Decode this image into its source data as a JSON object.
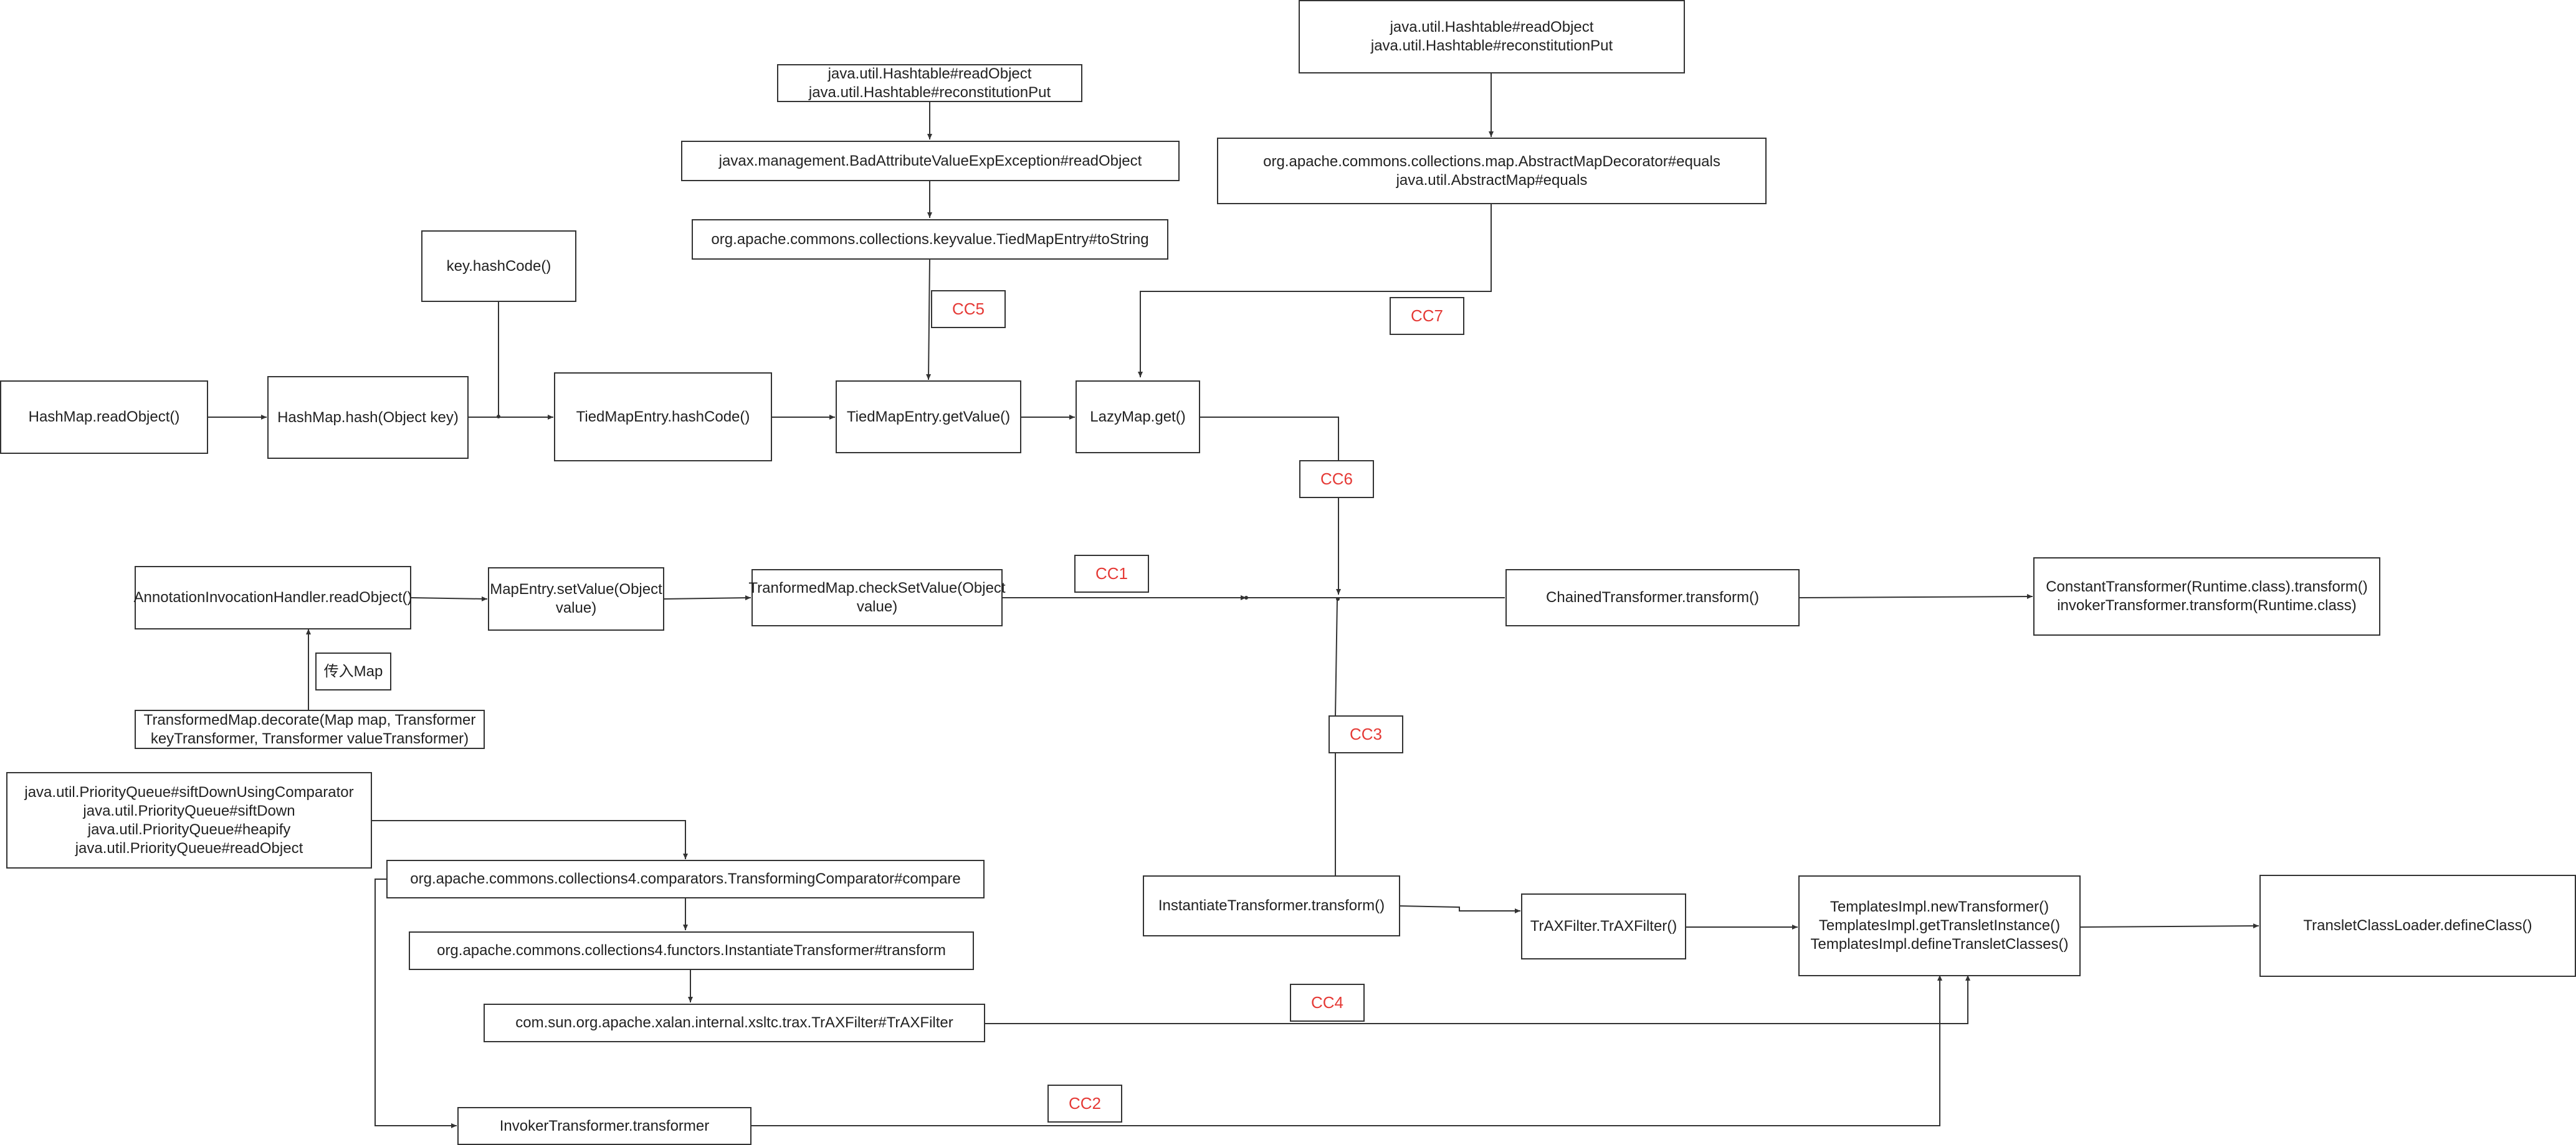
{
  "colors": {
    "line": "#333333",
    "tag_text": "#e53935"
  },
  "nodes": {
    "hashmap_readobject": "HashMap.readObject()",
    "hashmap_hash": "HashMap.hash(Object key)",
    "key_hashcode": "key.hashCode()",
    "tiedmapentry_hashcode": "TiedMapEntry.hashCode()",
    "tiedmapentry_getvalue": "TiedMapEntry.getValue()",
    "lazymap_get": "LazyMap.get()",
    "hashtable_mid": "java.util.Hashtable#readObject\njava.util.Hashtable#reconstitutionPut",
    "badattribute": "javax.management.BadAttributeValueExpException#readObject",
    "tiedmapentry_tostring": "org.apache.commons.collections.keyvalue.TiedMapEntry#toString",
    "hashtable_right": "java.util.Hashtable#readObject\njava.util.Hashtable#reconstitutionPut",
    "abstractmapdecorator": "org.apache.commons.collections.map.AbstractMapDecorator#equals\njava.util.AbstractMap#equals",
    "annotation_handler": "AnnotationInvocationHandler.readObject()",
    "mapentry_setvalue": "MapEntry.setValue(Object\nvalue)",
    "transformedmap_checksetvalue": "TranformedMap.checkSetValue(Object\nvalue)",
    "chained_transform": "ChainedTransformer.transform()",
    "constant_invoker": "ConstantTransformer(Runtime.class).transform()\ninvokerTransformer.transform(Runtime.class)",
    "transformedmap_decorate": "TransformedMap.decorate(Map map, Transformer\nkeyTransformer, Transformer valueTransformer)",
    "priorityqueue": "java.util.PriorityQueue#siftDownUsingComparator\njava.util.PriorityQueue#siftDown\njava.util.PriorityQueue#heapify\njava.util.PriorityQueue#readObject",
    "transforming_comparator": "org.apache.commons.collections4.comparators.TransformingComparator#compare",
    "instantiate_functor": "org.apache.commons.collections4.functors.InstantiateTransformer#transform",
    "traxfilter_full": "com.sun.org.apache.xalan.internal.xsltc.trax.TrAXFilter#TrAXFilter",
    "invoker_transformer": "InvokerTransformer.transformer",
    "instantiate_transform": "InstantiateTransformer.transform()",
    "traxfilter_short": "TrAXFilter.TrAXFilter()",
    "templatesimpl": "TemplatesImpl.newTransformer()\nTemplatesImpl.getTransletInstance()\nTemplatesImpl.defineTransletClasses()",
    "transletclassloader": "TransletClassLoader.defineClass()"
  },
  "notes": {
    "pass_map": "传入Map"
  },
  "tags": {
    "cc1": "CC1",
    "cc2": "CC2",
    "cc3": "CC3",
    "cc4": "CC4",
    "cc5": "CC5",
    "cc6": "CC6",
    "cc7": "CC7"
  }
}
